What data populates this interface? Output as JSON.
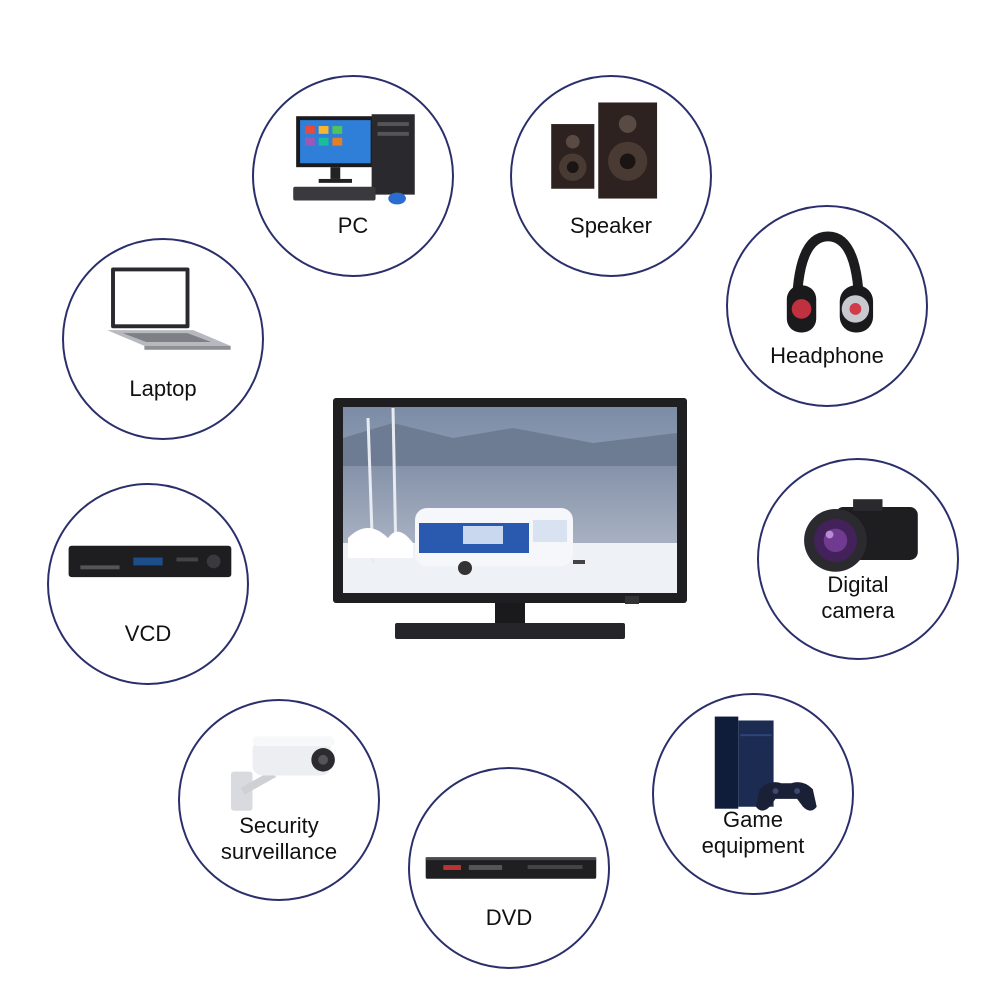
{
  "devices": {
    "pc": {
      "label": "PC"
    },
    "speaker": {
      "label": "Speaker"
    },
    "headphone": {
      "label": "Headphone"
    },
    "laptop": {
      "label": "Laptop"
    },
    "camera": {
      "label_line1": "Digital",
      "label_line2": "camera"
    },
    "vcd": {
      "label": "VCD"
    },
    "security": {
      "label_line1": "Security",
      "label_line2": "surveillance"
    },
    "dvd": {
      "label": "DVD"
    },
    "game": {
      "label_line1": "Game",
      "label_line2": "equipment"
    }
  },
  "icons": {
    "pc": "desktop-computer-icon",
    "speaker": "speaker-icon",
    "headphone": "headphone-icon",
    "laptop": "laptop-icon",
    "camera": "camera-icon",
    "vcd": "vcd-player-icon",
    "security": "security-camera-icon",
    "dvd": "dvd-player-icon",
    "game": "game-console-icon",
    "tv": "television-icon"
  },
  "colors": {
    "ring": "#2a2f6b",
    "text": "#111111"
  }
}
